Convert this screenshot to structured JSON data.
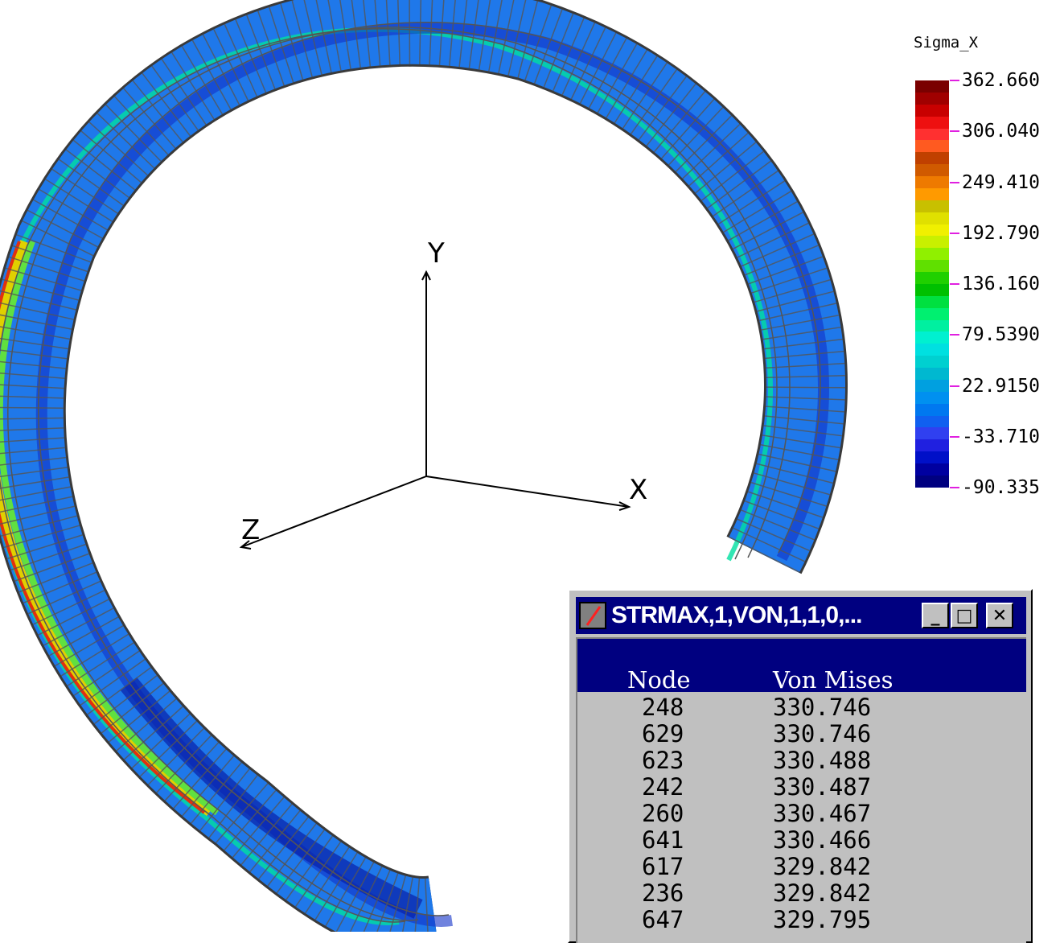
{
  "legend": {
    "title": "Sigma_X",
    "labels": [
      "362.660",
      "306.040",
      "249.410",
      "192.790",
      "136.160",
      "79.5390",
      "22.9150",
      "-33.710",
      "-90.335"
    ],
    "colors": [
      "#7a0000",
      "#a00000",
      "#c80000",
      "#ee1010",
      "#ff3030",
      "#ff5a20",
      "#c04000",
      "#d05a00",
      "#ee7a00",
      "#ff9a00",
      "#c8c000",
      "#e0e000",
      "#f0f000",
      "#c8f000",
      "#90f000",
      "#60e000",
      "#20d000",
      "#00c000",
      "#00e040",
      "#00f070",
      "#00f0a0",
      "#00f0d0",
      "#00e0e0",
      "#00d0d0",
      "#00b8d0",
      "#00a0e0",
      "#0090f0",
      "#0078f0",
      "#1060f0",
      "#3040f0",
      "#2020e0",
      "#0010c8",
      "#0000a0",
      "#000080"
    ]
  },
  "axes": {
    "x_label": "X",
    "y_label": "Y",
    "z_label": "Z"
  },
  "dialog": {
    "title": "STRMAX,1,VON,1,1,0,...",
    "buttons": {
      "minimize": "_",
      "maximize": "□",
      "close": "✕"
    },
    "columns": [
      "Node",
      "Von Mises"
    ],
    "rows": [
      {
        "node": "248",
        "value": "330.746"
      },
      {
        "node": "629",
        "value": "330.746"
      },
      {
        "node": "623",
        "value": "330.488"
      },
      {
        "node": "242",
        "value": "330.487"
      },
      {
        "node": "260",
        "value": "330.467"
      },
      {
        "node": "641",
        "value": "330.466"
      },
      {
        "node": "617",
        "value": "329.842"
      },
      {
        "node": "236",
        "value": "329.842"
      },
      {
        "node": "647",
        "value": "329.795"
      }
    ]
  }
}
